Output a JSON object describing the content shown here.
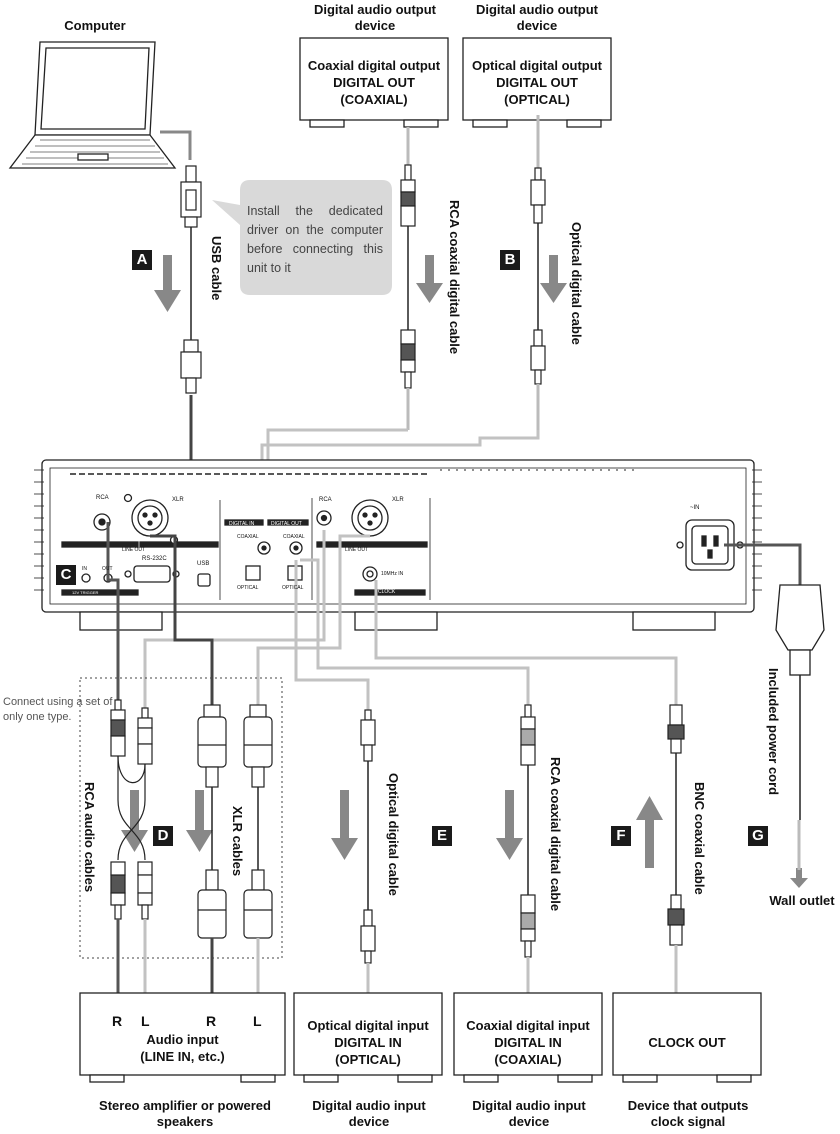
{
  "top_labels": {
    "computer": "Computer",
    "dig_out_device_1": "Digital audio output device",
    "dig_out_device_2": "Digital audio output device"
  },
  "top_boxes": {
    "coaxial_out": [
      "Coaxial digital output",
      "DIGITAL OUT",
      "(COAXIAL)"
    ],
    "optical_out": [
      "Optical digital output",
      "DIGITAL OUT",
      "(OPTICAL)"
    ]
  },
  "note": "Install the dedicated driver on the computer before connecting this unit to it",
  "side_note": "Connect using a set of only one type.",
  "cables": {
    "usb": "USB cable",
    "rca_coaxial_top": "RCA coaxial digital cable",
    "optical_top": "Optical digital cable",
    "rca_audio": "RCA audio cables",
    "xlr": "XLR cables",
    "optical_bottom": "Optical digital cable",
    "rca_coaxial_bottom": "RCA coaxial digital cable",
    "bnc": "BNC coaxial cable",
    "power": "Included power cord"
  },
  "badges": {
    "a": "A",
    "b": "B",
    "c": "C",
    "d": "D",
    "e": "E",
    "f": "F",
    "g": "G"
  },
  "panel_labels": {
    "rca": "RCA",
    "xlr": "XLR",
    "line_out": "LINE OUT",
    "rs232c": "RS-232C",
    "usb": "USB",
    "digital_in": "DIGITAL IN",
    "digital_out": "DIGITAL OUT",
    "coaxial": "COAXIAL",
    "optical": "OPTICAL",
    "in": "IN",
    "out": "OUT",
    "trigger": "12V TRIGGER",
    "clock_in": "10MHz IN",
    "clock": "CLOCK",
    "ac_in": "~IN"
  },
  "wall_outlet": "Wall outlet",
  "bottom_boxes": {
    "amp": {
      "channels": [
        "R",
        "L",
        "R",
        "L"
      ],
      "lines": [
        "Audio input",
        "(LINE IN, etc.)"
      ]
    },
    "optical_in": [
      "Optical digital input",
      "DIGITAL IN",
      "(OPTICAL)"
    ],
    "coaxial_in": [
      "Coaxial digital input",
      "DIGITAL IN",
      "(COAXIAL)"
    ],
    "clock_out": "CLOCK OUT"
  },
  "bottom_labels": {
    "amp_device": "Stereo amplifier or powered speakers",
    "optical_device": "Digital audio input device",
    "coaxial_device": "Digital audio input device",
    "clock_device": "Device that outputs clock signal"
  }
}
